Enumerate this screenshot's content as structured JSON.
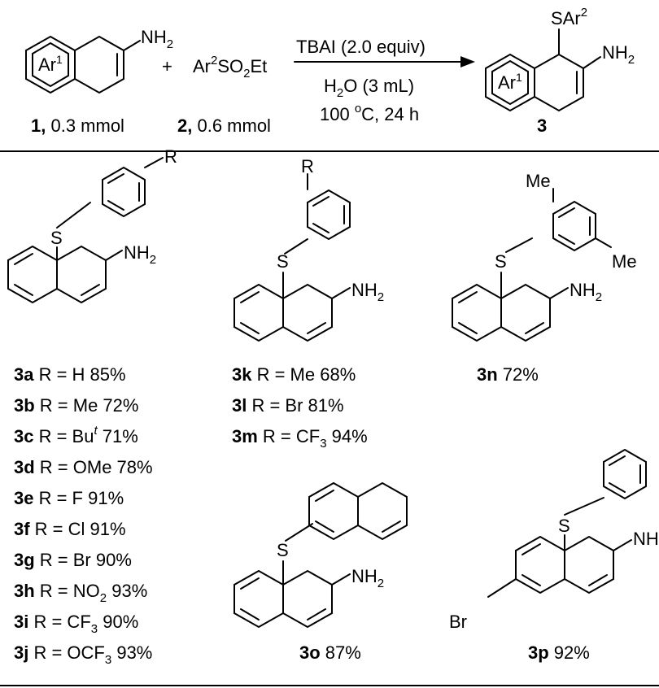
{
  "reaction": {
    "sm1_ring": "Ar",
    "sm1_ring_sup": "1",
    "sm1_amine": "NH",
    "sm1_amine_sub": "2",
    "plus": "+",
    "reagent_a": "Ar",
    "reagent_sup": "2",
    "reagent_b": "SO",
    "reagent_sub": "2",
    "reagent_c": "Et",
    "conditions_1": "TBAI (2.0 equiv)",
    "conditions_2_a": "H",
    "conditions_2_sub": "2",
    "conditions_2_b": "O (3 mL)",
    "conditions_3_a": "100 ",
    "conditions_3_sup": "o",
    "conditions_3_b": "C, 24 h",
    "prod_sar": "SAr",
    "prod_sar_sup": "2",
    "prod_ring": "Ar",
    "prod_ring_sup": "1",
    "prod_amine": "NH",
    "prod_amine_sub": "2",
    "label_sm1_id": "1,",
    "label_sm1_amt": " 0.3 mmol",
    "label_sm2_id": "2,",
    "label_sm2_amt": " 0.6 mmol",
    "label_prod": "3"
  },
  "atoms": {
    "S": "S",
    "NH": "NH",
    "sub2": "2",
    "R": "R",
    "Me": "Me",
    "Br": "Br"
  },
  "series_3a": [
    {
      "id": "3a",
      "pre": " R = H 85%"
    },
    {
      "id": "3b",
      "pre": " R = Me 72%"
    },
    {
      "id": "3c",
      "pre": " R = Bu",
      "sup": "t",
      "post": " 71%"
    },
    {
      "id": "3d",
      "pre": " R = OMe 78%"
    },
    {
      "id": "3e",
      "pre": " R = F 91%"
    },
    {
      "id": "3f",
      "pre": " R = Cl 91%"
    },
    {
      "id": "3g",
      "pre": " R = Br 90%"
    },
    {
      "id": "3h",
      "pre": " R = NO",
      "sub": "2",
      "post": " 93%"
    },
    {
      "id": "3i",
      "pre": " R = CF",
      "sub": "3",
      "post": " 90%"
    },
    {
      "id": "3j",
      "pre": " R = OCF",
      "sub": "3",
      "post": " 93%"
    }
  ],
  "series_3k": [
    {
      "id": "3k",
      "pre": " R = Me 68%"
    },
    {
      "id": "3l",
      "pre": " R = Br 81%"
    },
    {
      "id": "3m",
      "pre": " R = CF",
      "sub": "3",
      "post": " 94%"
    }
  ],
  "singles": {
    "3n": {
      "id": "3n",
      "yield": " 72%"
    },
    "3o": {
      "id": "3o",
      "yield": " 87%"
    },
    "3p": {
      "id": "3p",
      "yield": " 92%"
    }
  }
}
